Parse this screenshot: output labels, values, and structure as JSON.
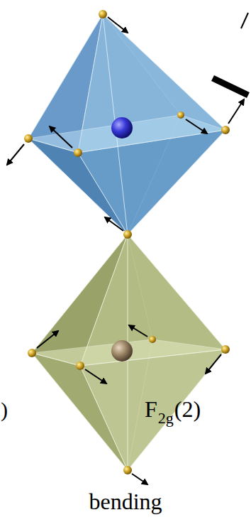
{
  "diagram": {
    "labels": [
      ")",
      "F",
      "2g",
      "(2)",
      "bending"
    ]
  }
}
